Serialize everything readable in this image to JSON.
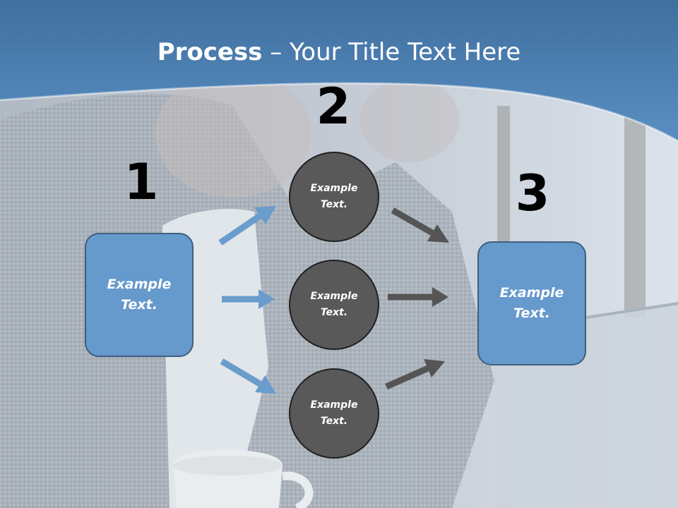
{
  "slide": {
    "title_bold": "Process",
    "title_rest": " – Your Title Text Here"
  },
  "numbers": [
    "1",
    "2",
    "3"
  ],
  "left_box": {
    "line1": "Example",
    "line2": "Text."
  },
  "right_box": {
    "line1": "Example",
    "line2": "Text."
  },
  "circles": [
    {
      "line1": "Example",
      "line2": "Text."
    },
    {
      "line1": "Example",
      "line2": "Text."
    },
    {
      "line1": "Example",
      "line2": "Text."
    }
  ],
  "colors": {
    "header_blue": "#4a7fb3",
    "box_fill": "#6699cc",
    "box_border": "#3f5f7f",
    "circle_fill": "#595959",
    "arrow_blue": "#6a9ccc",
    "arrow_gray": "#555555"
  }
}
